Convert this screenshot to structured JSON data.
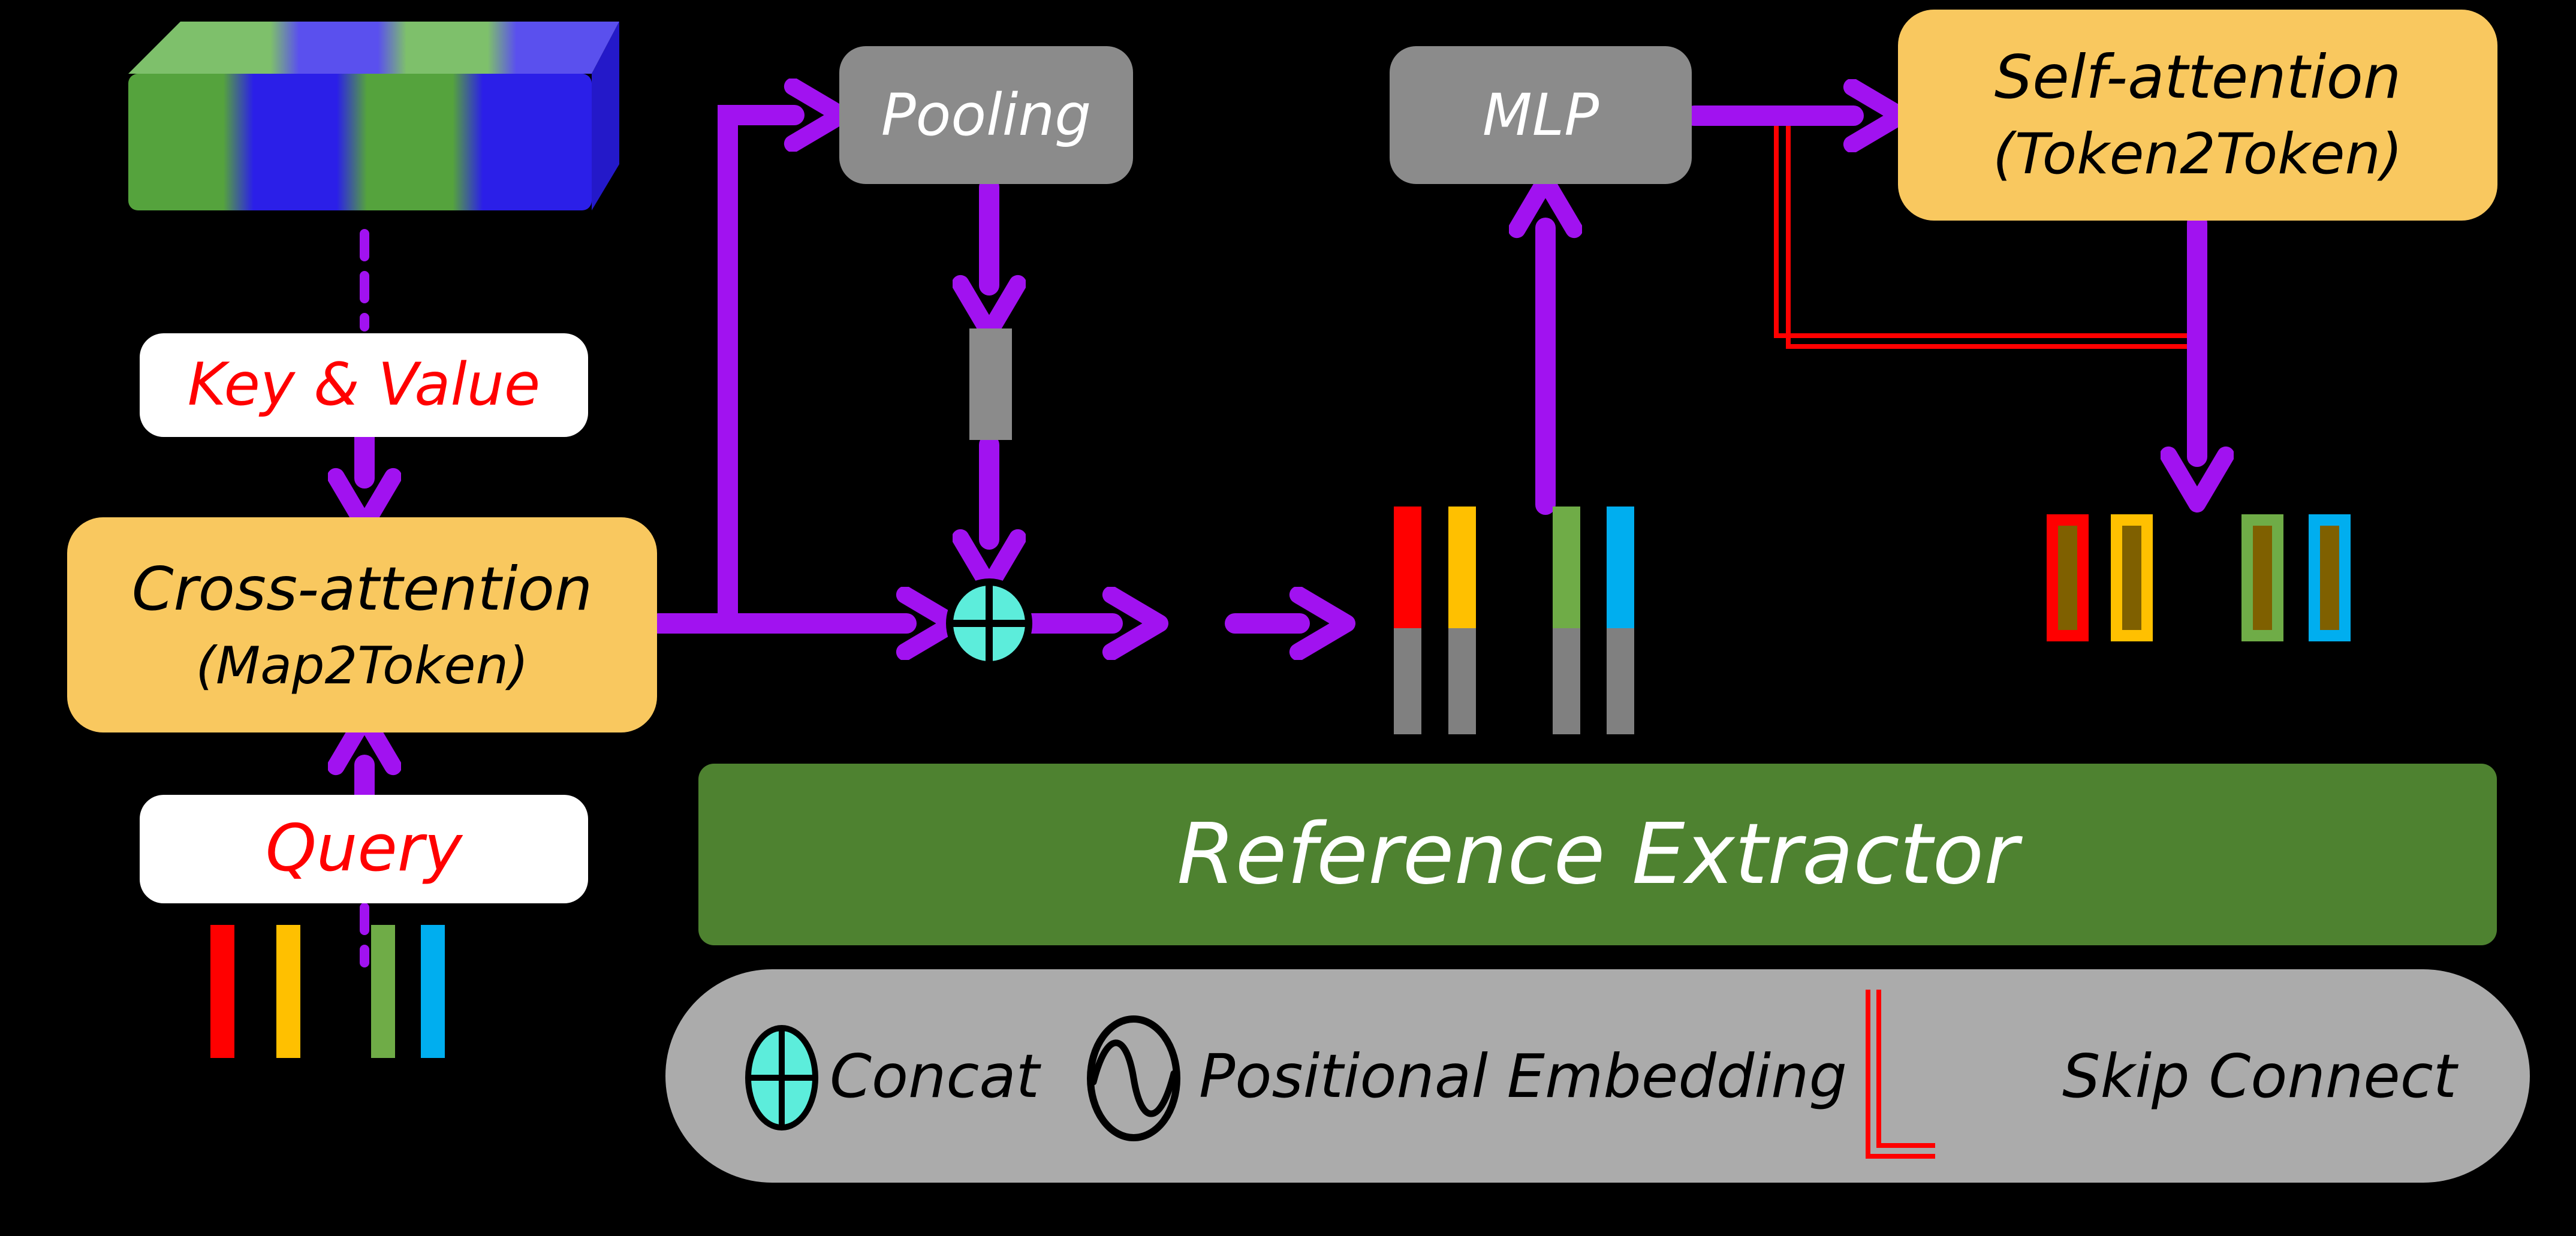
{
  "nodes": {
    "key_value": "Key & Value",
    "query": "Query",
    "cross_attention": {
      "line1": "Cross-attention",
      "line2": "(Map2Token)"
    },
    "pooling": "Pooling",
    "mlp": "MLP",
    "self_attention": {
      "line1": "Self-attention",
      "line2": "(Token2Token)"
    },
    "reference_extractor": "Reference Extractor"
  },
  "legend": {
    "concat": "Concat",
    "positional_embedding": "Positional Embedding",
    "skip_connect": "Skip Connect"
  },
  "icons": {
    "concat": "circled-plus",
    "positional_embedding": "sine-wave-circle",
    "skip_connect": "l-shaped-red-line"
  },
  "colors": {
    "arrow_purple": "#A112F0",
    "skip_red": "#FF0000",
    "box_yellow": "#F9C85F",
    "box_gray": "#8B8B8B",
    "banner_green": "#4E8230",
    "legend_gray": "#ABABAB",
    "concat_cyan": "#5CEDDB",
    "token_red": "#FF0000",
    "token_gold": "#FFC000",
    "token_green": "#6FAC47",
    "token_blue": "#00AEEF",
    "token_gray": "#808080",
    "token_olive": "#7F6000",
    "map_green": "#55A33D",
    "map_blue": "#2B1FE8",
    "label_red": "#FF0000"
  }
}
